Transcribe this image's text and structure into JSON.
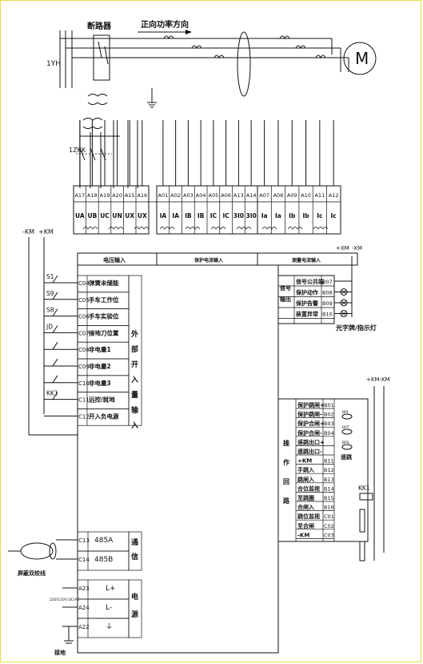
{
  "top": {
    "breaker": "断路器",
    "direction": "正向功率方向",
    "motor": "M",
    "pt": "1YH",
    "pt_switch": "1ZKK"
  },
  "terminals": {
    "voltage_codes": [
      "A17",
      "A18",
      "A19",
      "A20",
      "A15",
      "A16"
    ],
    "voltage_names": [
      "UA",
      "UB",
      "UC",
      "UN",
      "UX",
      "UX"
    ],
    "current_codes": [
      "A01",
      "A02",
      "A03",
      "A04",
      "A05",
      "A06",
      "A13",
      "A14",
      "A07",
      "A08",
      "A09",
      "A10",
      "A11",
      "A12"
    ],
    "current_names": [
      "IA",
      "IA",
      "IB",
      "IB",
      "IC",
      "IC",
      "3I0",
      "3I0",
      "Ia",
      "Ia",
      "Ib",
      "Ib",
      "Ic",
      "Ic"
    ]
  },
  "sections": {
    "voltage_input": "电压输入",
    "protection_current": "保护电流输入",
    "measure_current": "测量电流输入"
  },
  "supply_left": {
    "minus": "-KM",
    "plus": "+KM"
  },
  "inputs": {
    "switches": [
      "S1",
      "S9",
      "S8",
      "JD",
      "",
      "",
      "",
      "KK1",
      ""
    ],
    "codes": [
      "C04",
      "C05",
      "C06",
      "C07",
      "C08",
      "C09",
      "C10",
      "C11",
      "C12"
    ],
    "labels": [
      "弹簧未储能",
      "手车工作位",
      "手车实验位",
      "接地刀位置",
      "非电量1",
      "非电量2",
      "非电量3",
      "远控/就地",
      "开入负电源"
    ],
    "side_label": [
      "外",
      "部",
      "开",
      "入",
      "量",
      "输",
      "入"
    ]
  },
  "signal": {
    "supply_plus": "+XM",
    "supply_minus": "-XM",
    "side_label": [
      "信号",
      "输出"
    ],
    "labels": [
      "信号公共端",
      "保护动作",
      "保护告警",
      "装置异常"
    ],
    "codes": [
      "B07",
      "B08",
      "B09",
      "B10"
    ],
    "lamp_note": "光字牌/指示灯"
  },
  "operation": {
    "supply": "+KM-KM",
    "side_label": [
      "操",
      "作",
      "回",
      "路"
    ],
    "labels": [
      "保护跳闸+",
      "保护跳闸-",
      "保护合闸+",
      "保护合闸-",
      "遥跳出口+",
      "遥跳出口-",
      "+KM",
      "手跳入",
      "跳闸入",
      "合位监视",
      "至跳圈",
      "合闸入",
      "跳位监视",
      "至合闸",
      "-KM"
    ],
    "codes": [
      "B01",
      "B02",
      "B03",
      "B04",
      "",
      "",
      "B11",
      "B12",
      "B13",
      "B14",
      "B15",
      "B16",
      "C01",
      "C02",
      "C03"
    ],
    "relays": [
      "BPJ",
      "BPT",
      "BPS"
    ],
    "remote_trip": "遥跳",
    "kk_label": "KK1"
  },
  "comm": {
    "codes": [
      "C13",
      "C14"
    ],
    "labels": [
      "485A",
      "485B"
    ],
    "side_label": [
      "通",
      "信"
    ],
    "cable": "屏蔽双绞线"
  },
  "power": {
    "codes": [
      "A23",
      "A24",
      "A22"
    ],
    "labels": [
      "L+",
      "L-",
      "⏚"
    ],
    "side_label": [
      "电",
      "源"
    ],
    "voltage": "220/110V DC/AC",
    "ground": "接地"
  }
}
